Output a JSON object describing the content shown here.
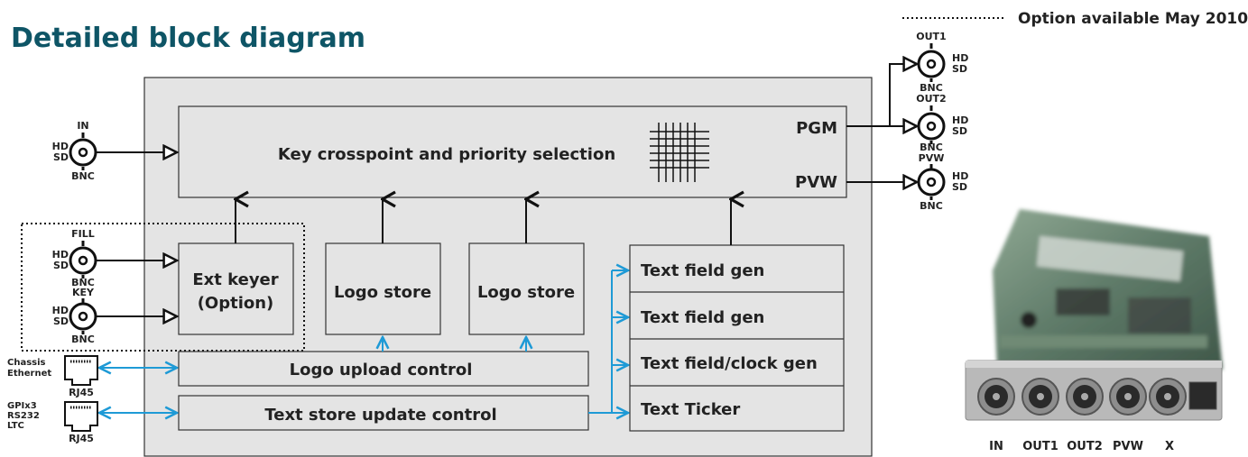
{
  "title": "Detailed block diagram",
  "legend": {
    "text": "Option available May 2010"
  },
  "blocks": {
    "crosspoint": "Key crosspoint and priority selection",
    "pgm": "PGM",
    "pvw": "PVW",
    "ext_keyer_1": "Ext keyer",
    "ext_keyer_2": "(Option)",
    "logo_store_1": "Logo store",
    "logo_store_2": "Logo store",
    "text_gen_1": "Text field gen",
    "text_gen_2": "Text field gen",
    "text_gen_3": "Text field/clock gen",
    "text_ticker": "Text Ticker",
    "logo_upload": "Logo upload control",
    "text_store": "Text store update control"
  },
  "connectors": {
    "in": {
      "name": "IN",
      "hd": "HD",
      "sd": "SD",
      "type": "BNC"
    },
    "fill": {
      "name": "FILL",
      "hd": "HD",
      "sd": "SD",
      "type": "BNC"
    },
    "key": {
      "name": "KEY",
      "hd": "HD",
      "sd": "SD",
      "type": "BNC"
    },
    "out1": {
      "name": "OUT1",
      "hd": "HD",
      "sd": "SD",
      "type": "BNC"
    },
    "out2": {
      "name": "OUT2",
      "hd": "HD",
      "sd": "SD",
      "type": "BNC"
    },
    "pvw": {
      "name": "PVW",
      "hd": "HD",
      "sd": "SD",
      "type": "BNC"
    }
  },
  "rj45": {
    "ethernet": {
      "label1": "Chassis",
      "label2": "Ethernet",
      "type": "RJ45"
    },
    "gpi": {
      "label1": "GPIx3",
      "label2": "RS232",
      "label3": "LTC",
      "type": "RJ45"
    }
  },
  "card": {
    "labels": [
      "IN",
      "OUT1",
      "OUT2",
      "PVW",
      "X"
    ]
  },
  "colors": {
    "title": "#0e5566",
    "panel": "#e4e4e4",
    "blue_link": "#1e9ad6",
    "line": "#111111"
  }
}
